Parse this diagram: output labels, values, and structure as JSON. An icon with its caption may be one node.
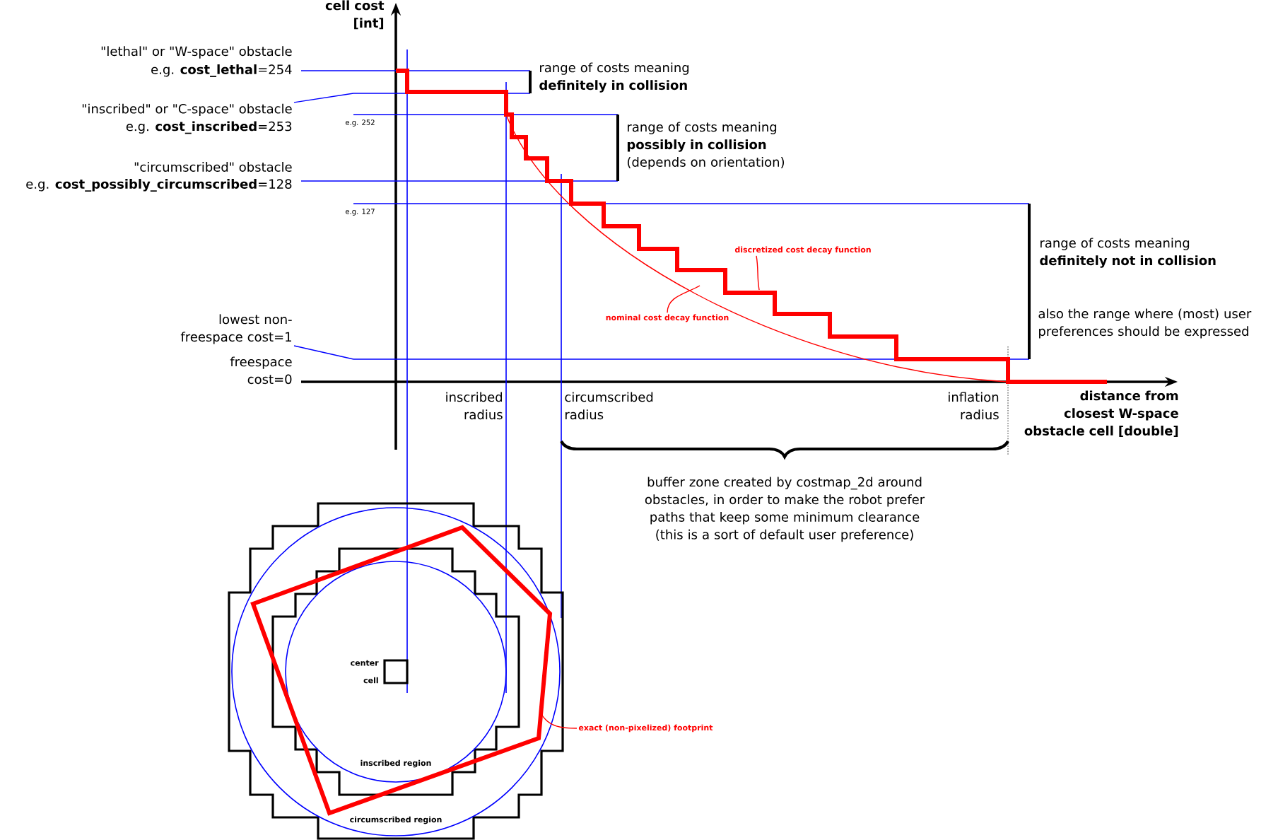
{
  "diagram": {
    "nodes": [
      {
        "text": [
          "\"inscribed\" or \"C-space\" obstacle",
          "e.g. **cost_inscribed**=253"
        ]
      },
      {
        "text": [
          "lowest non-freespace cost=1"
        ]
      },
      {
        "text": [
          "discretized cost decay function"
        ]
      },
      {
        "text": [
          "nominal cost decay function"
        ]
      },
      {
        "text": [
          "exact (non-pixelized) footprint"
        ]
      }
    ],
    "edges": [
      {
        "from": 0,
        "to": null,
        "arrow": "none",
        "color": "#0000ff"
      },
      {
        "from": 1,
        "to": null,
        "arrow": "none",
        "color": "#0000ff"
      },
      {
        "from": 2,
        "to": null,
        "arrow": "none"
      },
      {
        "from": 3,
        "to": null,
        "arrow": "none"
      },
      {
        "from": 4,
        "to": null,
        "arrow": "none"
      }
    ],
    "labels": [
      "cell cost [int]",
      "\"lethal\" or \"W-space\" obstacle",
      "e.g. **cost_lethal**=254",
      "\"circumscribed\" obstacle",
      "e.g. **cost_possibly_circumscribed**=128",
      "freespace cost=0",
      "range of costs meaning **definitely in collision**",
      "e.g. 252",
      "range of costs meaning **possibly in collision** (depends on orientation)",
      "e.g. 127",
      "range of costs meaning **definitely not in collision**",
      "also the range where (most) user preferences should be expressed",
      "inscribed radius",
      "circumscribed radius",
      "inflation radius",
      "distance from closest W-space obstacle cell [double]",
      "buffer zone created by costmap_2d around obstacles, in order to make the robot prefer paths that keep some minimum clearance (this is a sort of default user preference)",
      "center cell",
      "inscribed region",
      "circumscribed region"
    ]
  }
}
